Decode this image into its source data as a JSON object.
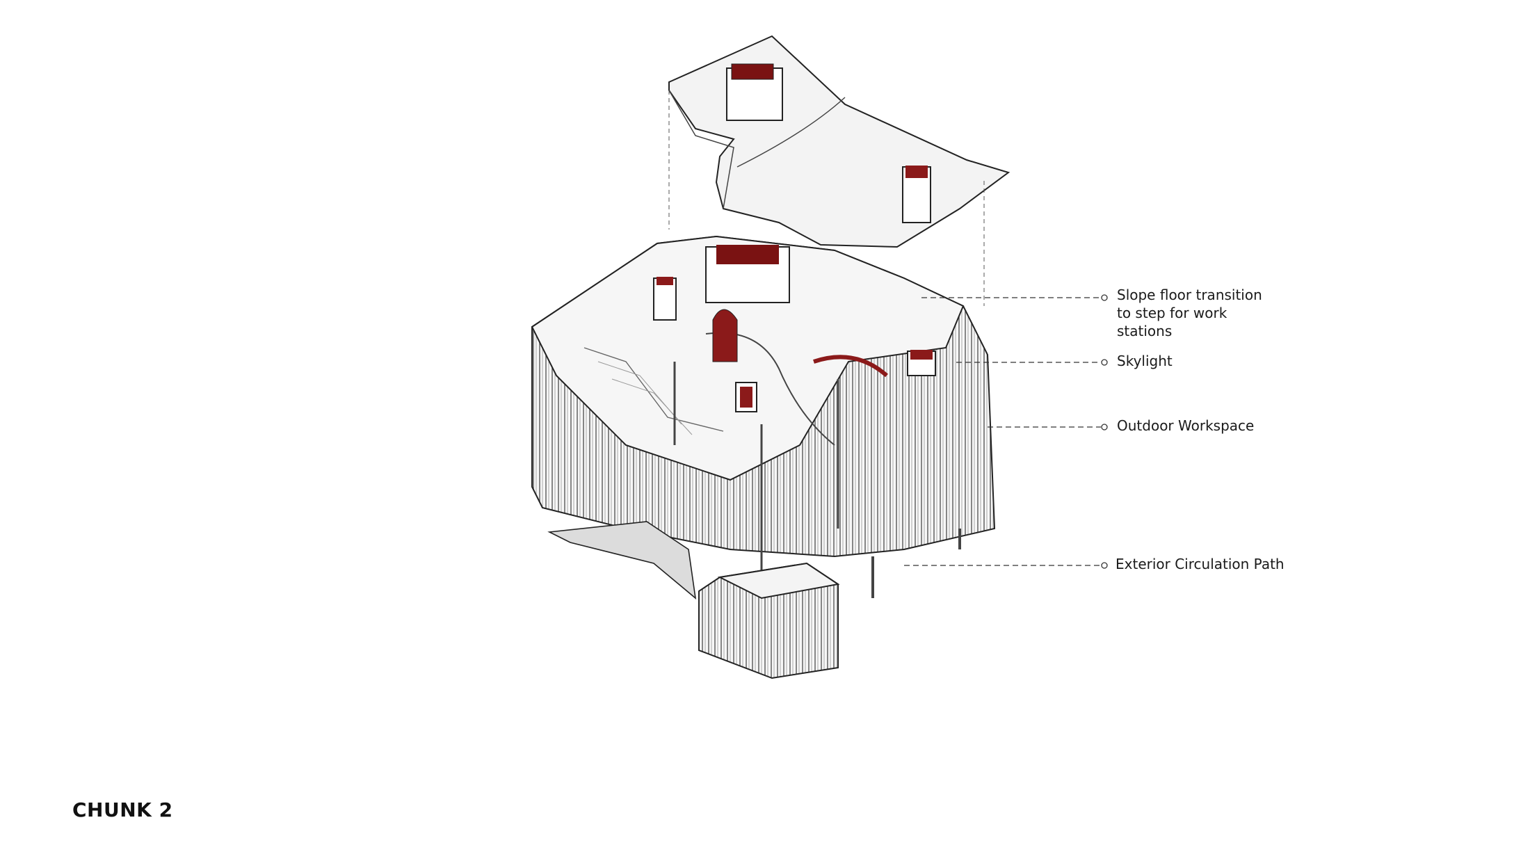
{
  "title": "CHUNK 2",
  "callouts": [
    {
      "id": "slope",
      "label": "Slope floor transition\nto step for work\nstations"
    },
    {
      "id": "skylight",
      "label": "Skylight"
    },
    {
      "id": "outdoor",
      "label": "Outdoor Workspace"
    },
    {
      "id": "circulation",
      "label": "Exterior Circulation Path"
    }
  ],
  "colors": {
    "accent": "#8b1a1a",
    "line": "#2a2a2a",
    "fill": "#f4f4f4"
  }
}
